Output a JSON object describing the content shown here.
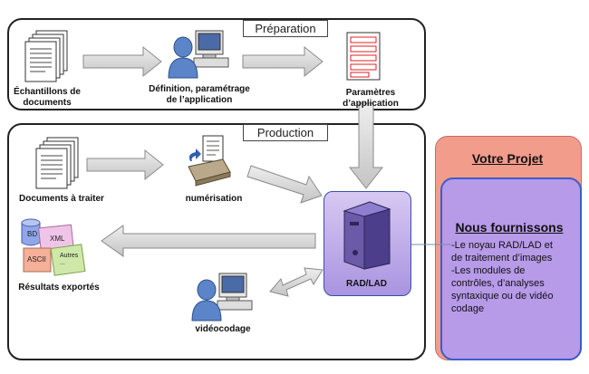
{
  "preparation": {
    "title": "Préparation",
    "samples_label_1": "Échantillons de",
    "samples_label_2": "documents",
    "definition_label_1": "Définition, paramétrage",
    "definition_label_2": "de l’application",
    "params_label": "Paramètres d’application"
  },
  "production": {
    "title": "Production",
    "docs_label": "Documents à traiter",
    "scan_label": "numérisation",
    "results_label": "Résultats exportés",
    "video_label": "vidéocodage",
    "rad_label": "RAD/LAD",
    "exports": {
      "bd": "BD",
      "xml": "XML",
      "ascii": "ASCII",
      "autres_1": "Autres",
      "autres_2": "..."
    }
  },
  "project": {
    "title": "Votre Projet",
    "subtitle": "Nous fournissons",
    "line1": "-Le noyau RAD/LAD et",
    "line2": "de traitement d’images",
    "line3": "-Les modules de",
    "line4": "contrôles, d’analyses",
    "line5": "syntaxique ou de vidéo",
    "line6": "codage"
  },
  "colors": {
    "arrow_fill": "#d4d4d4",
    "arrow_stroke": "#8a8a8a",
    "project_outer": "#f29c8c",
    "project_inner": "#b79ae8",
    "rad_box": "#a994e0"
  }
}
